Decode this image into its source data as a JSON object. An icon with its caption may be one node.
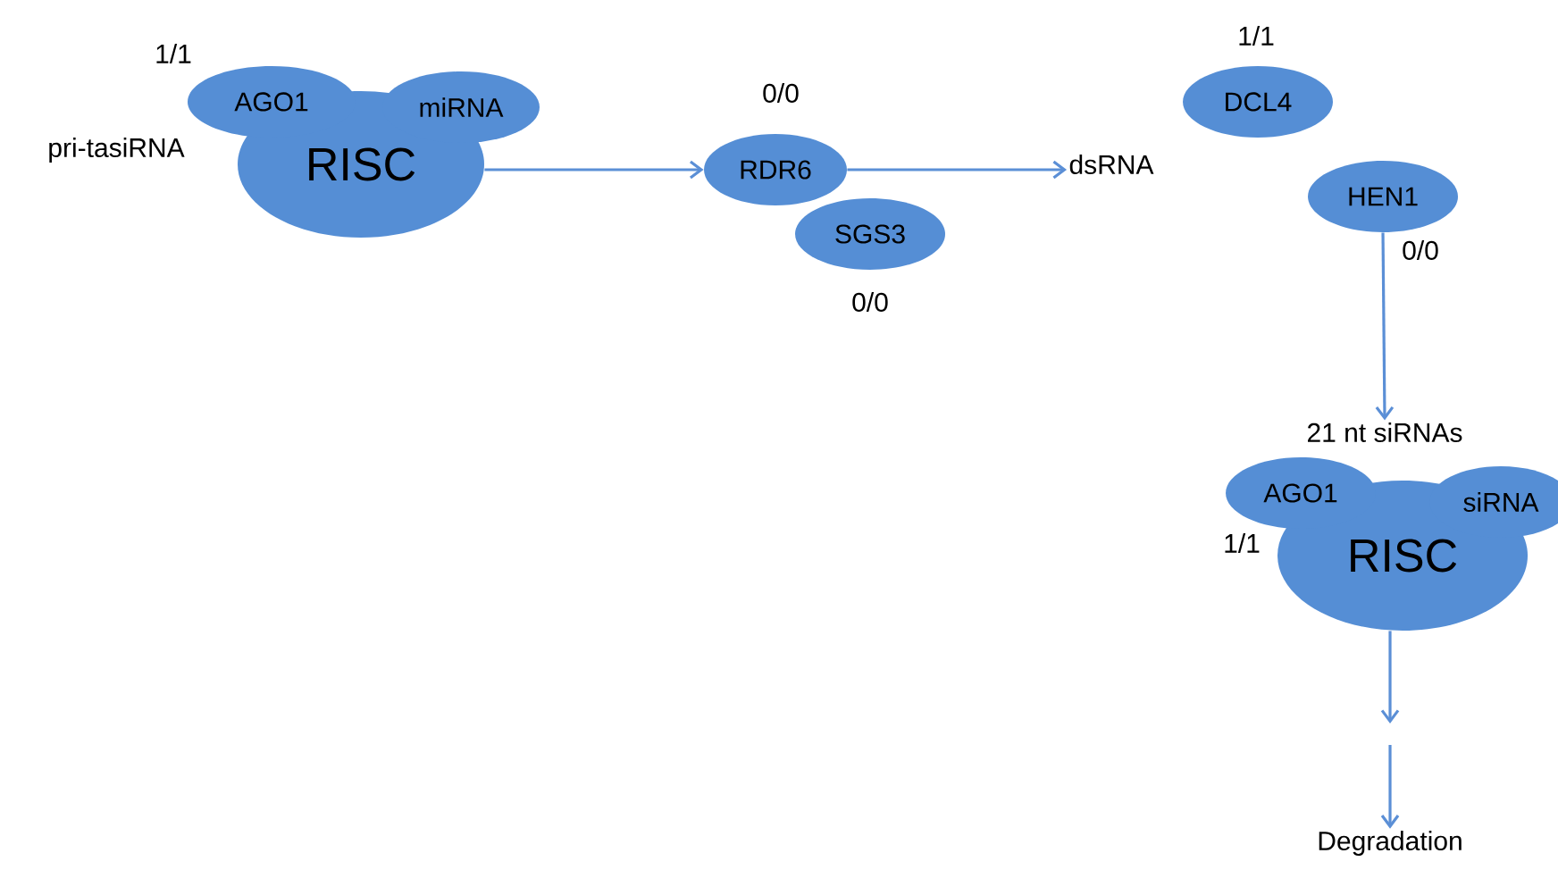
{
  "diagram": {
    "nodes": [
      {
        "text": [
          "RISC"
        ]
      },
      {
        "text": [
          "AGO1"
        ],
        "beside": [
          "1/1"
        ]
      },
      {
        "text": [
          "miRNA"
        ]
      },
      {
        "text": [
          "RDR6"
        ],
        "beside": [
          "0/0"
        ]
      },
      {
        "text": [
          "SGS3"
        ],
        "beside": [
          "0/0"
        ]
      },
      {
        "text": [
          "dsRNA"
        ]
      },
      {
        "text": [
          "DCL4"
        ],
        "beside": [
          "1/1"
        ]
      },
      {
        "text": [
          "HEN1"
        ],
        "beside": [
          "0/0"
        ]
      },
      {
        "text": [
          "21 nt siRNAs"
        ]
      },
      {
        "text": [
          "RISC"
        ]
      },
      {
        "text": [
          "AGO1"
        ],
        "beside": [
          "1/1"
        ]
      },
      {
        "text": [
          "siRNA"
        ]
      },
      {
        "text": [
          "Degradation"
        ]
      }
    ],
    "edges": [
      {
        "from": 0,
        "to": 3,
        "arrow": "to"
      },
      {
        "from": 3,
        "to": 5,
        "arrow": "to"
      },
      {
        "from": 7,
        "to": 8,
        "arrow": "to"
      },
      {
        "from": 9,
        "to": null,
        "arrow": "to"
      },
      {
        "from": null,
        "to": 12,
        "arrow": "to"
      }
    ],
    "labels": [
      "pri-tasiRNA"
    ]
  }
}
